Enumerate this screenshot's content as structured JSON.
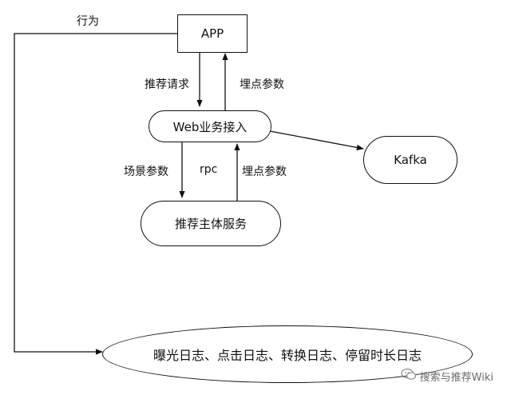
{
  "nodes": {
    "app": "APP",
    "web": "Web业务接入",
    "kafka": "Kafka",
    "rec": "推荐主体服务",
    "logs": "曝光日志、点击日志、转换日志、停留时长日志"
  },
  "edge_labels": {
    "behavior": "行为",
    "rec_request": "推荐请求",
    "track_params_top": "埋点参数",
    "scene_params": "场景参数",
    "rpc": "rpc",
    "track_params_bottom": "埋点参数"
  },
  "watermark": {
    "text": "搜索与推荐Wiki",
    "icon": "wechat-icon"
  }
}
